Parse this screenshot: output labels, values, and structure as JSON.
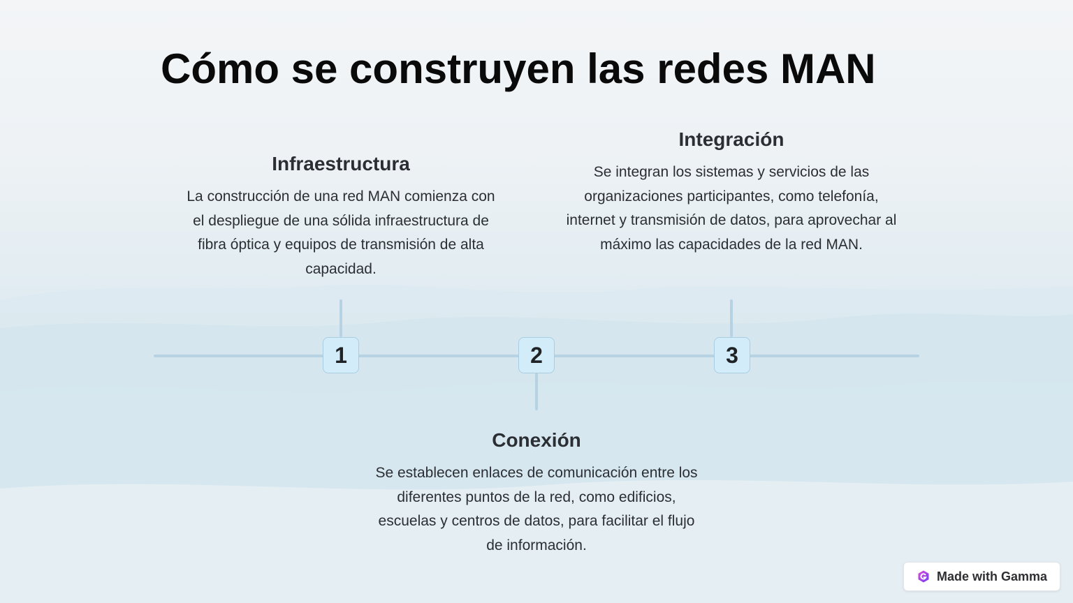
{
  "title": "Cómo se construyen las redes MAN",
  "steps": [
    {
      "number": "1",
      "title": "Infraestructura",
      "description": "La construcción de una red MAN comienza con el despliegue de una sólida infraestructura de fibra óptica y equipos de transmisión de alta capacidad."
    },
    {
      "number": "2",
      "title": "Conexión",
      "description": "Se establecen enlaces de comunicación entre los diferentes puntos de la red, como edificios, escuelas y centros de datos, para facilitar el flujo de información."
    },
    {
      "number": "3",
      "title": "Integración",
      "description": "Se integran los sistemas y servicios de las organizaciones participantes, como telefonía, internet y transmisión de datos, para aprovechar al máximo las capacidades de la red MAN."
    }
  ],
  "badge": {
    "label": "Made with Gamma",
    "icon": "gamma-logo-icon"
  },
  "colors": {
    "timeline": "#b7d3e3",
    "node_fill": "#d3ecfa",
    "node_border": "#a9cde1",
    "title_text": "#0a0a0a",
    "body_text": "#2b2f33"
  }
}
